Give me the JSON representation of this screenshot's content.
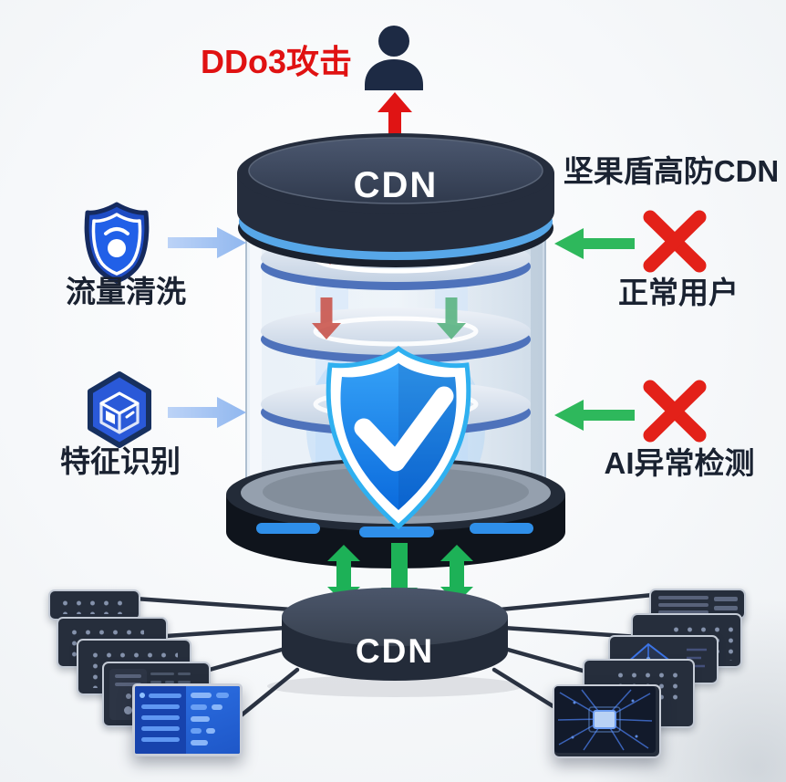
{
  "diagram_title": "坚果盾高防CDN",
  "attack": {
    "label": "DDo3攻击"
  },
  "cdn": {
    "top_label": "CDN",
    "bottom_label": "CDN"
  },
  "annotations": {
    "left": [
      {
        "icon": "scan-shield-icon",
        "label": "流量清洗"
      },
      {
        "icon": "cube-hexagon-icon",
        "label": "特征识别"
      }
    ],
    "right": [
      {
        "icon": "cross-icon",
        "label": "正常用户"
      },
      {
        "icon": "cross-icon",
        "label": "AI异常检测"
      }
    ]
  },
  "colors": {
    "attack_red": "#e01212",
    "cross_red": "#e32119",
    "arrow_green": "#1fb257",
    "arrow_light_blue": "#aecbf4",
    "navy_dark": "#242c3b",
    "shield_blue": "#1b7ce8",
    "lid_stripe_blue": "#57a7e8",
    "label_dark": "#1a2231",
    "background": "#f4f6f9"
  }
}
